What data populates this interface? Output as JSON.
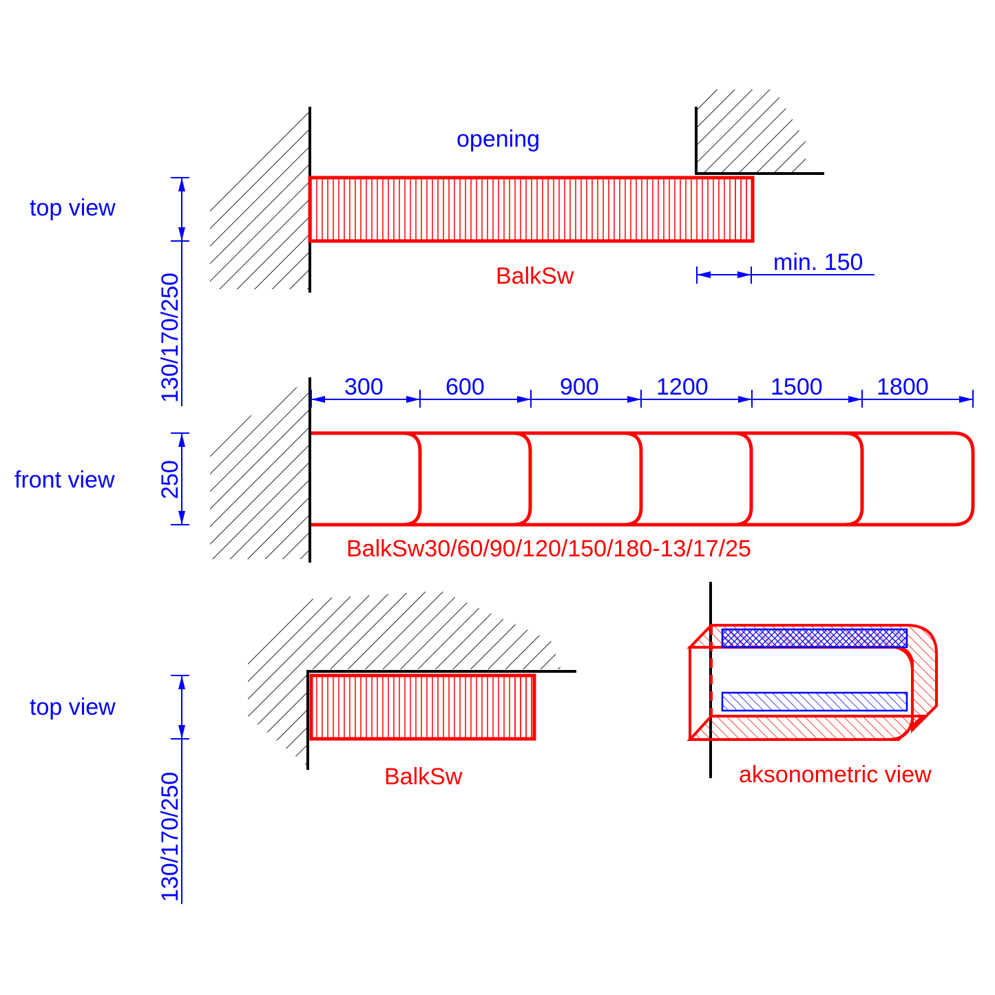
{
  "labels": {
    "top_view_1": "top view",
    "top_view_2": "top view",
    "front_view": "front view",
    "opening": "opening",
    "balksw_1": "BalkSw",
    "balksw_2": "BalkSw",
    "min_150": "min. 150",
    "series_code": "BalkSw30/60/90/120/150/180-13/17/25",
    "axonometric": "aksonometric view",
    "thickness_1": "130/170/250",
    "thickness_2": "130/170/250",
    "height_250": "250"
  },
  "length_dimensions": [
    "300",
    "600",
    "900",
    "1200",
    "1500",
    "1800"
  ],
  "colors": {
    "dimension": "#0000ff",
    "element": "#ff0000",
    "wall": "#000000",
    "hatch": "#333333"
  }
}
